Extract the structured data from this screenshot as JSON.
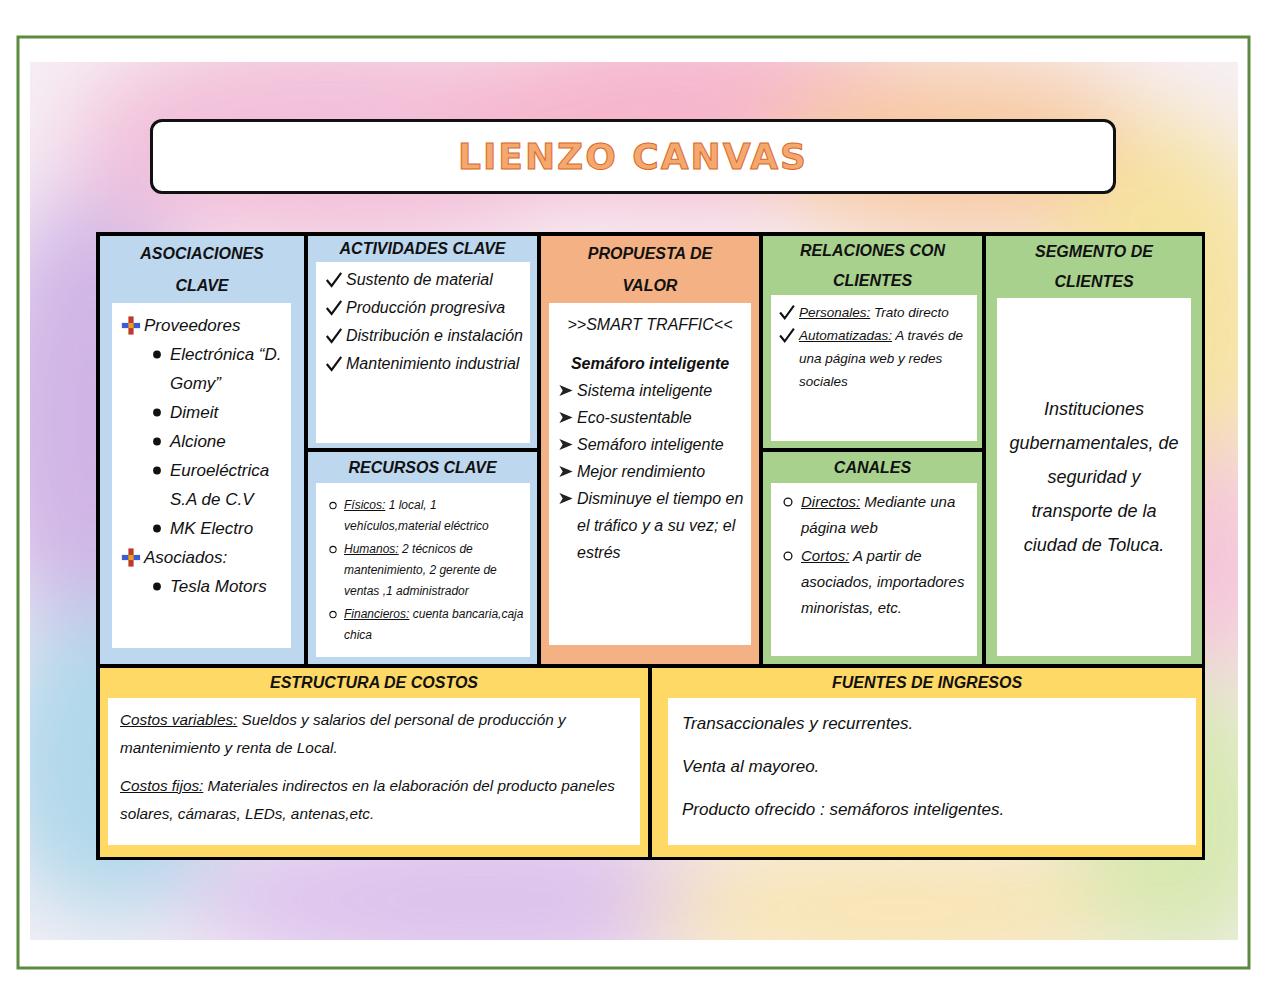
{
  "diagram": {
    "title": "LIENZO CANVAS",
    "nodes": [
      {
        "text": [
          "ASOCIACIONES CLAVE",
          "Proveedores",
          "Electrónica “D. Gomy”",
          "Dimeit",
          "Alcione",
          "Euroeléctrica S.A de C.V",
          "MK Electro",
          "Asociados:",
          "Tesla Motors"
        ]
      },
      {
        "text": [
          "ACTIVIDADES CLAVE",
          "Sustento de material",
          "Producción progresiva",
          "Distribución e instalación",
          "Mantenimiento industrial"
        ]
      },
      {
        "text": [
          "RECURSOS CLAVE",
          "Físicos: 1 local, 1 vehículos,material eléctrico",
          "Humanos: 2 técnicos de mantenimiento, 2 gerente de ventas ,1 administrador",
          "Financieros: cuenta bancaria,caja chica"
        ]
      },
      {
        "text": [
          "PROPUESTA DE VALOR",
          ">>SMART TRAFFIC<<",
          "Semáforo inteligente",
          "Sistema inteligente",
          "Eco-sustentable",
          "Semáforo inteligente",
          "Mejor rendimiento",
          "Disminuye el tiempo en el tráfico y a su vez; el estrés"
        ]
      },
      {
        "text": [
          "RELACIONES CON CLIENTES",
          "Personales: Trato directo",
          "Automatizadas: A través de una página web y redes sociales"
        ]
      },
      {
        "text": [
          "CANALES",
          "Directos: Mediante una página web",
          "Cortos: A partir de asociados, importadores minoristas, etc."
        ]
      },
      {
        "text": [
          "SEGMENTO DE CLIENTES",
          "Instituciones gubernamentales, de seguridad y transporte de la ciudad de Toluca."
        ]
      },
      {
        "text": [
          "ESTRUCTURA DE COSTOS",
          "Costos variables: Sueldos y salarios del personal de producción y mantenimiento y renta de Local.",
          "Costos fijos: Materiales indirectos en la elaboración del producto paneles solares, cámaras, LEDs, antenas,etc."
        ]
      },
      {
        "text": [
          "FUENTES DE INGRESOS",
          "Transaccionales y recurrentes.",
          "Venta al mayoreo.",
          "Producto ofrecido : semáforos inteligentes."
        ]
      }
    ]
  }
}
